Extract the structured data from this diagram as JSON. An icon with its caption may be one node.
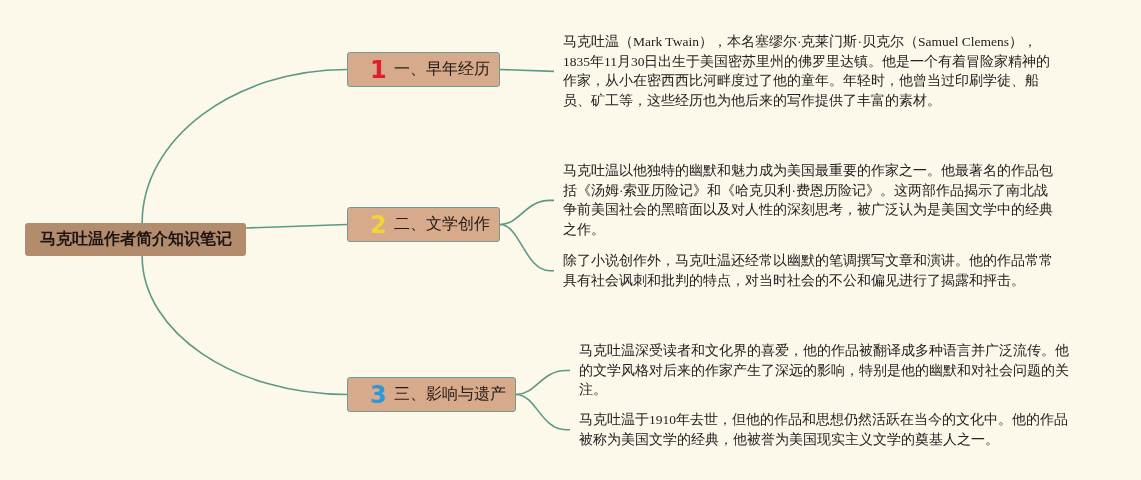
{
  "diagram": {
    "nodes": [
      {
        "text": [
          "马克吐温作者简介知识笔记"
        ]
      },
      {
        "text": [
          "1",
          "一、早年经历"
        ]
      },
      {
        "text": [
          "马克吐温（Mark Twain），本名塞缪尔·克莱门斯·贝克尔（Samuel Clemens），1835年11月30日出生于美国密苏里州的佛罗里达镇。他是一个有着冒险家精神的作家，从小在密西西比河畔度过了他的童年。年轻时，他曾当过印刷学徒、船员、矿工等，这些经历也为他后来的写作提供了丰富的素材。"
        ]
      },
      {
        "text": [
          "2",
          "二、文学创作"
        ]
      },
      {
        "text": [
          "马克吐温以他独特的幽默和魅力成为美国最重要的作家之一。他最著名的作品包括《汤姆·索亚历险记》和《哈克贝利·费恩历险记》。这两部作品揭示了南北战争前美国社会的黑暗面以及对人性的深刻思考，被广泛认为是美国文学中的经典之作。"
        ]
      },
      {
        "text": [
          "除了小说创作外，马克吐温还经常以幽默的笔调撰写文章和演讲。他的作品常常具有社会讽刺和批判的特点，对当时社会的不公和偏见进行了揭露和抨击。"
        ]
      },
      {
        "text": [
          "3",
          "三、影响与遗产"
        ]
      },
      {
        "text": [
          "马克吐温深受读者和文化界的喜爱，他的作品被翻译成多种语言并广泛流传。他的文学风格对后来的作家产生了深远的影响，特别是他的幽默和对社会问题的关注。"
        ]
      },
      {
        "text": [
          "马克吐温于1910年去世，但他的作品和思想仍然活跃在当今的文化中。他的作品被称为美国文学的经典，他被誉为美国现实主义文学的奠基人之一。"
        ]
      }
    ],
    "edges": [
      {
        "from": 0,
        "to": 1,
        "arrow": "none"
      },
      {
        "from": 0,
        "to": 3,
        "arrow": "none"
      },
      {
        "from": 0,
        "to": 6,
        "arrow": "none"
      },
      {
        "from": 1,
        "to": 2,
        "arrow": "none"
      },
      {
        "from": 3,
        "to": 4,
        "arrow": "none"
      },
      {
        "from": 3,
        "to": 5,
        "arrow": "none"
      },
      {
        "from": 6,
        "to": 7,
        "arrow": "none"
      },
      {
        "from": 6,
        "to": 8,
        "arrow": "none"
      }
    ]
  }
}
